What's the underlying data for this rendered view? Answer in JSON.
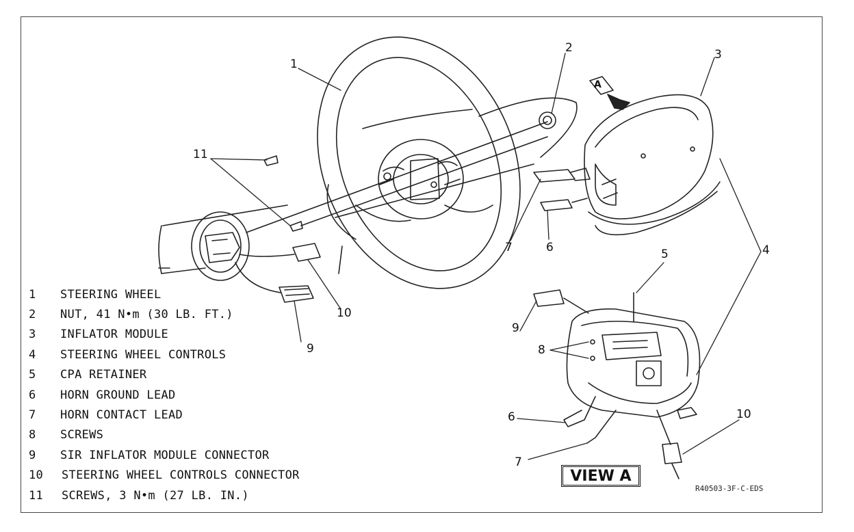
{
  "callouts": {
    "c1": "1",
    "c2": "2",
    "c3": "3",
    "c4": "4",
    "c5": "5",
    "c6_main": "6",
    "c7_main": "7",
    "c6_view": "6",
    "c7_view": "7",
    "c8": "8",
    "c9_main": "9",
    "c9_view": "9",
    "c10_main": "10",
    "c10_view": "10",
    "c11": "11"
  },
  "view_arrow_label": "A",
  "view_box_label": "VIEW A",
  "figure_code": "R40503-3F-C-EDS",
  "legend": [
    {
      "num": "1",
      "text": "STEERING WHEEL"
    },
    {
      "num": "2",
      "text": "NUT, 41 N•m (30 LB. FT.)"
    },
    {
      "num": "3",
      "text": "INFLATOR MODULE"
    },
    {
      "num": "4",
      "text": "STEERING WHEEL CONTROLS"
    },
    {
      "num": "5",
      "text": "CPA RETAINER"
    },
    {
      "num": "6",
      "text": "HORN GROUND LEAD"
    },
    {
      "num": "7",
      "text": "HORN CONTACT LEAD"
    },
    {
      "num": "8",
      "text": "SCREWS"
    },
    {
      "num": "9",
      "text": "SIR INFLATOR MODULE CONNECTOR"
    },
    {
      "num": "10",
      "text": "STEERING WHEEL CONTROLS CONNECTOR"
    },
    {
      "num": "11",
      "text": "SCREWS, 3 N•m (27 LB. IN.)"
    }
  ]
}
